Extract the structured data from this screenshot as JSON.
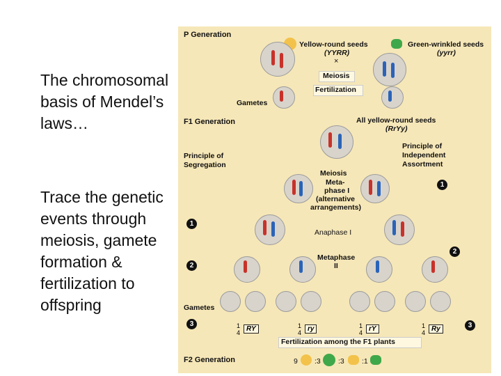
{
  "slide": {
    "intro_text": "The chromosomal basis of Mendel’s laws…",
    "trace_text": "Trace the genetic events through meiosis, gamete formation & fertilization to offspring"
  },
  "figure": {
    "p_generation": "P Generation",
    "yellow_round": "Yellow-round seeds",
    "yellow_round_genotype": "(YYRR)",
    "green_wrinkled": "Green-wrinkled seeds",
    "green_wrinkled_genotype": "(yyrr)",
    "cross_symbol": "×",
    "meiosis": "Meiosis",
    "fertilization": "Fertilization",
    "gametes": "Gametes",
    "f1_generation": "F1 Generation",
    "all_yellow_round": "All yellow-round seeds",
    "all_yellow_round_genotype": "(RrYy)",
    "principle_segregation_1": "Principle of",
    "principle_segregation_2": "Segregation",
    "principle_independent_1": "Principle of",
    "principle_independent_2": "Independent",
    "principle_independent_3": "Assortment",
    "meiosis_2": "Meiosis",
    "metaphase_1a": "Meta-",
    "metaphase_1b": "phase I",
    "alternative_1": "(alternative",
    "alternative_2": "arrangements)",
    "anaphase_1": "Anaphase I",
    "metaphase_2a": "Metaphase",
    "metaphase_2b": "II",
    "gametes_2": "Gametes",
    "quarter_num": "1",
    "quarter_den": "4",
    "genotype_RY": "RY",
    "genotype_ry": "ry",
    "genotype_rY": "rY",
    "genotype_Ry": "Ry",
    "fertilization_f1": "Fertilization among the F1 plants",
    "f2_generation": "F2 Generation",
    "ratio_9": "9",
    "ratio_3a": ":3",
    "ratio_3b": ":3",
    "ratio_1": ":1",
    "step_1": "1",
    "step_2": "2",
    "step_3": "3"
  },
  "colors": {
    "panel_bg": "#f6e7b8",
    "chromosome_red": "#c8322a",
    "chromosome_blue": "#2b63b8",
    "seed_yellow": "#f2c24a",
    "seed_green": "#3fa84a"
  },
  "icons": [
    "yellow-round-seed-icon",
    "green-wrinkled-seed-icon",
    "cell-icon",
    "chromosome-icon"
  ]
}
